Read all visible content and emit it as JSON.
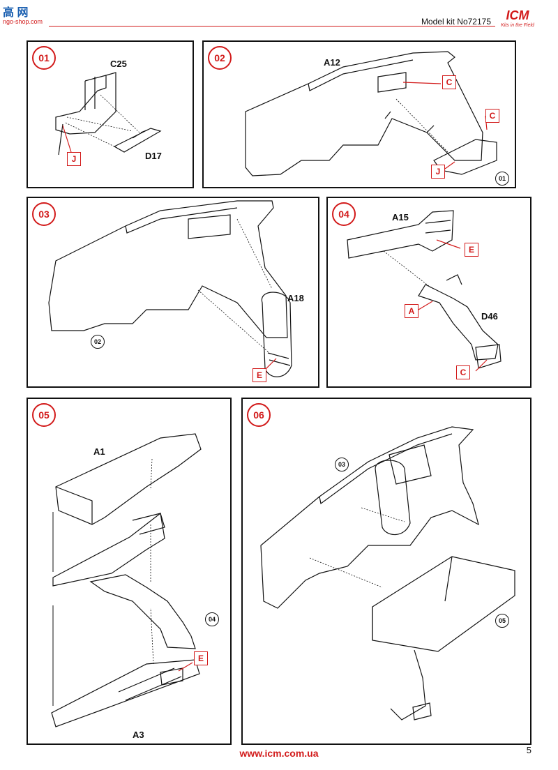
{
  "header": {
    "watermark_cn": "高 网",
    "watermark_url": "ngo-shop.com",
    "title": "Model kit No72175",
    "brand": "ICM",
    "brand_tagline": "Kits in the Field"
  },
  "colors": {
    "accent": "#d21a1a",
    "ink": "#111111"
  },
  "steps": [
    {
      "number": "01",
      "labels": [
        "C25",
        "D17"
      ],
      "tags": [
        "J"
      ]
    },
    {
      "number": "02",
      "labels": [
        "A12"
      ],
      "tags": [
        "C",
        "C",
        "J"
      ],
      "refs": [
        "01"
      ]
    },
    {
      "number": "03",
      "labels": [
        "A18"
      ],
      "tags": [
        "E"
      ],
      "refs": [
        "02"
      ]
    },
    {
      "number": "04",
      "labels": [
        "A15",
        "D46"
      ],
      "tags": [
        "E",
        "A",
        "C"
      ]
    },
    {
      "number": "05",
      "labels": [
        "A1",
        "A3"
      ],
      "tags": [
        "E"
      ],
      "refs": [
        "04"
      ]
    },
    {
      "number": "06",
      "refs": [
        "03",
        "05"
      ]
    }
  ],
  "footer": {
    "url": "www.icm.com.ua",
    "page": "5"
  }
}
